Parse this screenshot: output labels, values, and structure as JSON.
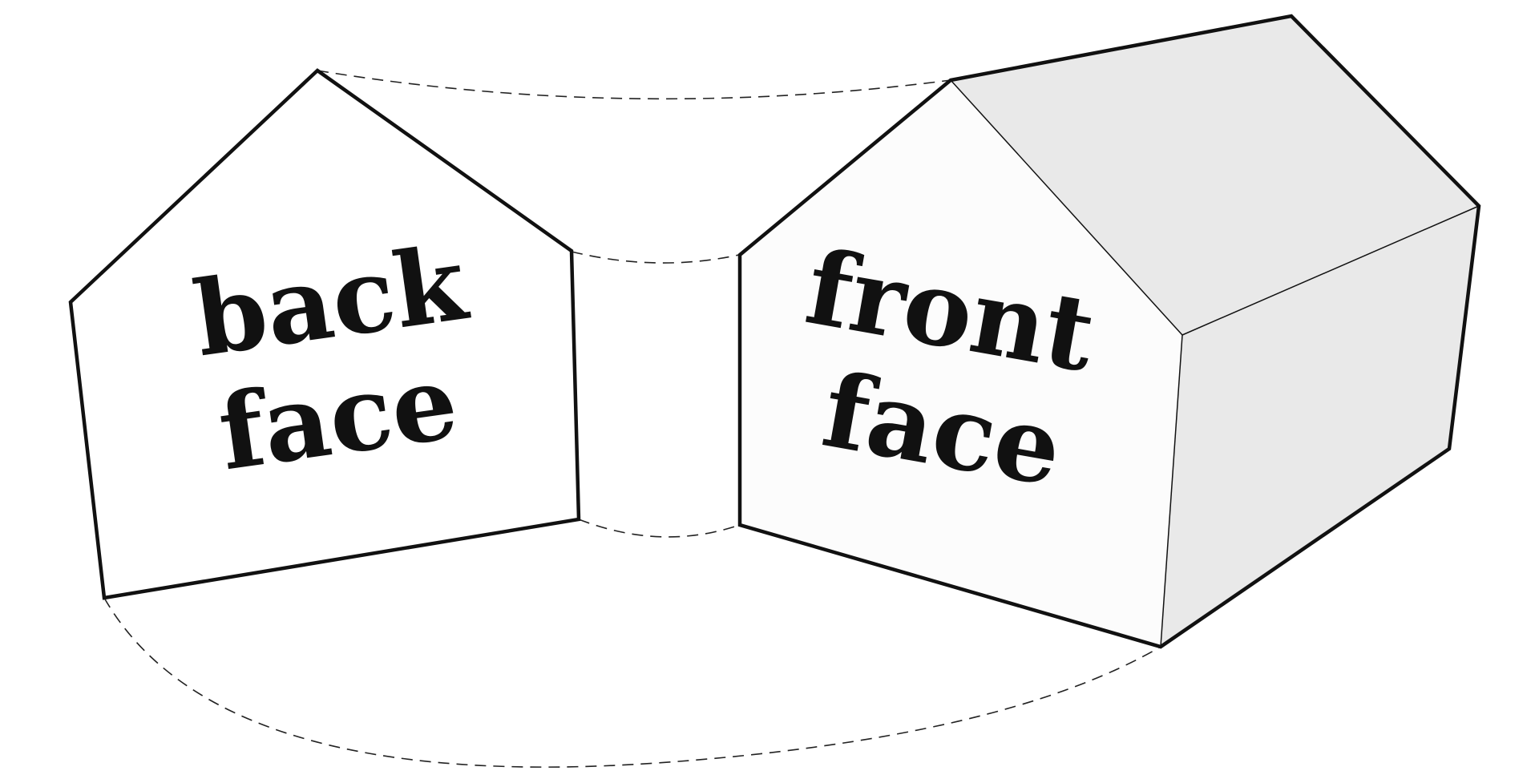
{
  "labels": {
    "back_line1": "back",
    "back_line2": "face",
    "front_line1": "front",
    "front_line2": "face"
  },
  "colors": {
    "back_face_fill": "#bdccd6",
    "front_face_fill": "#fcfcfc",
    "side_face_fill": "#e9e9e9",
    "outline": "#111111",
    "background": "#ffffff"
  }
}
